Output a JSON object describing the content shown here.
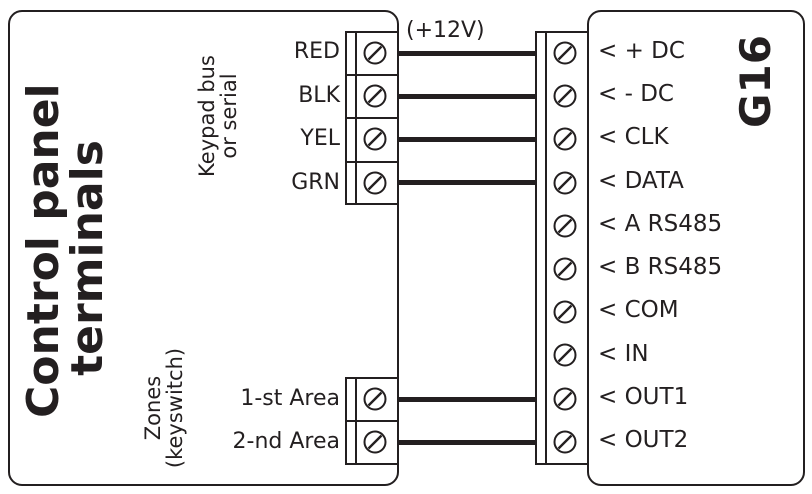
{
  "left_panel": {
    "title_line1": "Control panel",
    "title_line2": "terminals",
    "keypad_group_line1": "Keypad bus",
    "keypad_group_line2": "or serial",
    "keypad_terminals": [
      "RED",
      "BLK",
      "YEL",
      "GRN"
    ],
    "zones_group_line1": "Zones",
    "zones_group_line2": "(keyswitch)",
    "zone_terminals": [
      "1-st Area",
      "2-nd Area"
    ]
  },
  "voltage_note": "(+12V)",
  "right_panel": {
    "title": "G16",
    "terminals": [
      "< + DC",
      "< - DC",
      "< CLK",
      "< DATA",
      "< A RS485",
      "< B RS485",
      "< COM",
      "< IN",
      "< OUT1",
      "< OUT2"
    ]
  },
  "connections": [
    {
      "from": "RED",
      "to": "< + DC"
    },
    {
      "from": "BLK",
      "to": "< - DC"
    },
    {
      "from": "YEL",
      "to": "< CLK"
    },
    {
      "from": "GRN",
      "to": "< DATA"
    },
    {
      "from": "1-st Area",
      "to": "< OUT1"
    },
    {
      "from": "2-nd Area",
      "to": "< OUT2"
    }
  ]
}
